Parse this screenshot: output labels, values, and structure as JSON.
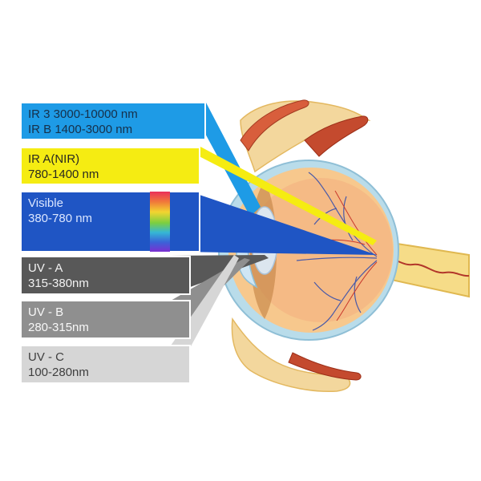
{
  "labels": {
    "ir3": {
      "line1": "IR 3 3000-10000 nm",
      "line2": "IR B 1400-3000 nm",
      "color": "#1e9be6"
    },
    "ira": {
      "line1": "IR A(NIR)",
      "line2": "780-1400 nm",
      "color": "#f5ec12"
    },
    "visible": {
      "line1": "Visible",
      "line2": "380-780 nm",
      "color": "#1f55c4"
    },
    "uva": {
      "line1": "UV - A",
      "line2": "315-380nm",
      "color": "#585858"
    },
    "uvb": {
      "line1": "UV - B",
      "line2": "280-315nm",
      "color": "#8f8f8f"
    },
    "uvc": {
      "line1": "UV - C",
      "line2": "100-280nm",
      "color": "#d6d6d6"
    }
  },
  "spectrum_colors": [
    "#ea2f5a",
    "#f0793a",
    "#f3d530",
    "#7ccf3f",
    "#35b6d6",
    "#3a63d8",
    "#7b2fd1"
  ],
  "eye_colors": {
    "sclera_ring": "#b9dcea",
    "globe": "#f7c88d",
    "retina_bg": "#f4b081",
    "lens": "#dce6ef",
    "cornea": "#cfe6f4",
    "optic_nerve": "#f6dc88",
    "muscle": "#c44a2e",
    "bone": "#f3d79d",
    "vessel": "#4a5aa8"
  }
}
